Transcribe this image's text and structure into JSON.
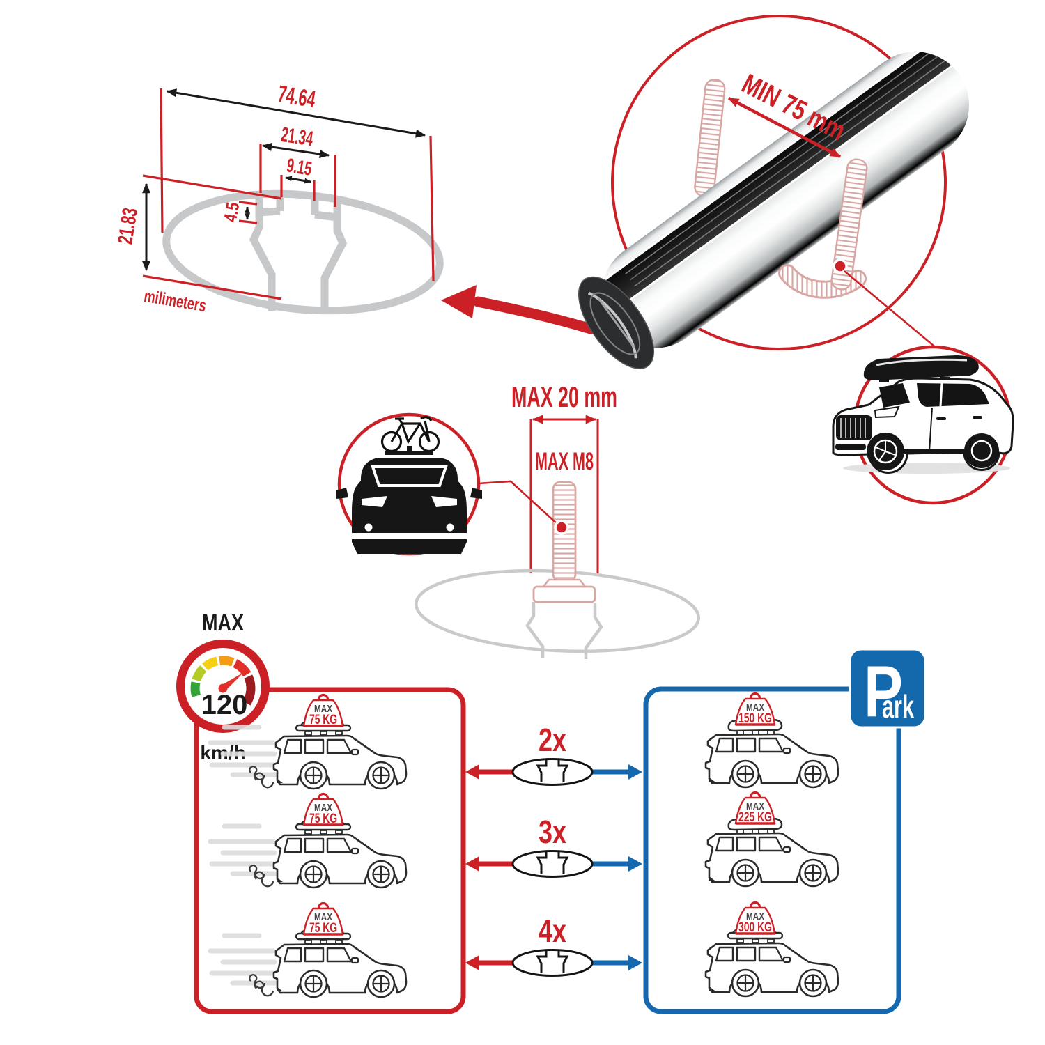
{
  "colors": {
    "red": "#cc2027",
    "blue": "#1568ae",
    "sign_blue": "#1369ac",
    "profile_gray": "#c7c8ca",
    "bolt_pink": "#d8a7a3"
  },
  "cross_section": {
    "total_width": "74.64",
    "channel_width": "21.34",
    "opening_width": "9.15",
    "lip_depth": "4.5",
    "total_height": "21.83",
    "unit": "milimeters"
  },
  "bar_detail": {
    "min_clamp": "MIN 75 mm"
  },
  "bolt_detail": {
    "max_depth": "MAX 20 mm",
    "max_thread": "MAX M8"
  },
  "speed_limit": {
    "label": "MAX",
    "value": "120",
    "unit": "km/h"
  },
  "parking": {
    "p": "P",
    "ark": "ark"
  },
  "driving_panel": {
    "cars": [
      {
        "max": "MAX",
        "load": "75 KG"
      },
      {
        "max": "MAX",
        "load": "75 KG"
      },
      {
        "max": "MAX",
        "load": "75 KG"
      }
    ]
  },
  "parked_panel": {
    "cars": [
      {
        "max": "MAX",
        "load": "150 KG"
      },
      {
        "max": "MAX",
        "load": "225 KG"
      },
      {
        "max": "MAX",
        "load": "300 KG"
      }
    ]
  },
  "multipliers": [
    {
      "label": "2x"
    },
    {
      "label": "3x"
    },
    {
      "label": "4x"
    }
  ]
}
